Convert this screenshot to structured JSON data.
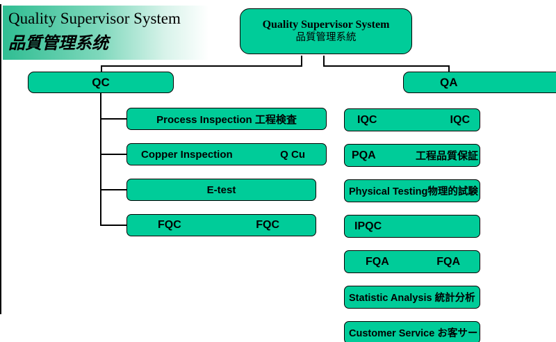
{
  "slide": {
    "header": {
      "title": "Quality Supervisor System",
      "subtitle": "品質管理系统"
    },
    "root": {
      "title": "Quality Supervisor System",
      "subtitle": "品質管理系統"
    },
    "qc": {
      "label": "QC"
    },
    "qa": {
      "label": "QA"
    },
    "qc_children": [
      {
        "text": "Process Inspection 工程検査"
      },
      {
        "text_left": "Copper Inspection",
        "text_right": "Q Cu"
      },
      {
        "text": "E-test"
      },
      {
        "text_left": "FQC",
        "text_right": "FQC"
      }
    ],
    "qa_children": [
      {
        "text_left": "IQC",
        "text_right": "IQC"
      },
      {
        "text_left": "PQA",
        "text_right": "工程品質保証"
      },
      {
        "text": "Physical Testing物理的試験"
      },
      {
        "text": "IPQC"
      },
      {
        "text_left": "FQA",
        "text_right": "FQA"
      },
      {
        "text": "Statistic Analysis 統計分析"
      },
      {
        "text": "Customer Service お客サービス"
      }
    ],
    "colors": {
      "node_fill": "#00CC99",
      "banner_start": "#2FBD92",
      "line": "#000000"
    }
  }
}
